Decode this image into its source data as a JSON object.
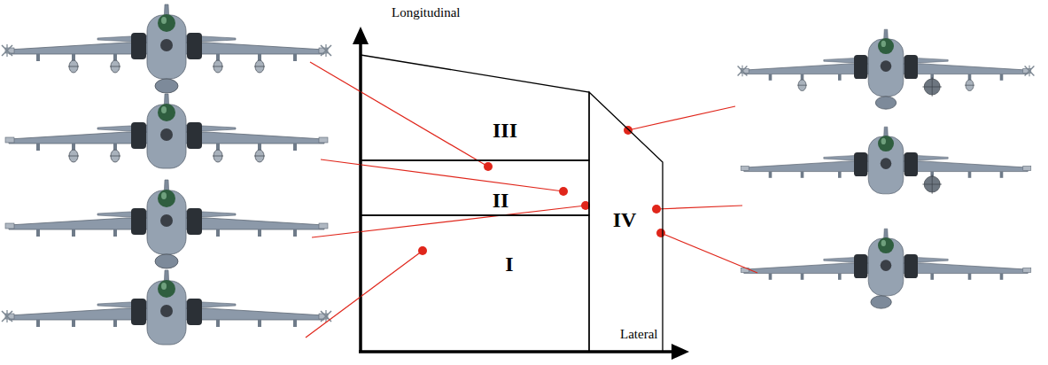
{
  "diagram": {
    "nodes": [
      {
        "text": [
          "III"
        ]
      },
      {
        "text": [
          "II"
        ]
      },
      {
        "text": [
          "IV"
        ]
      },
      {
        "text": [
          "I"
        ]
      }
    ],
    "labels": [
      "Longitudinal",
      "Lateral"
    ]
  }
}
